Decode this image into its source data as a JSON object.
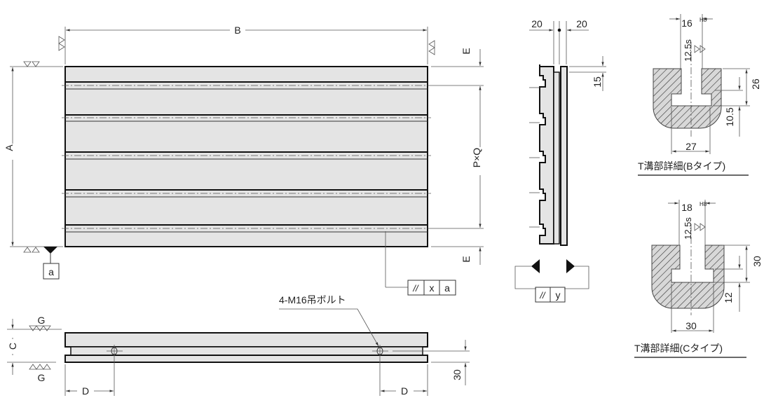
{
  "front_view": {
    "dim_width": "B",
    "dim_height": "A",
    "dim_edge_top": "E",
    "dim_edge_bottom": "E",
    "dim_pitch": "P×Q",
    "datum": "a",
    "tolerance_frame": {
      "symbol": "//",
      "value": "x",
      "datum": "a"
    }
  },
  "side_view": {
    "dim_left": "20",
    "dim_right": "20",
    "dim_slot_offset": "15",
    "tolerance_frame": {
      "symbol": "//",
      "value": "y"
    }
  },
  "bottom_view": {
    "bolt_label": "4-M16吊ボルト",
    "finish_top": "G",
    "finish_bottom": "G",
    "dim_thickness": "C",
    "dim_bolt_left": "D",
    "dim_bolt_right": "D",
    "dim_bolt_height": "30"
  },
  "slot_detail_b": {
    "width": "16",
    "width_tol": "H8",
    "finish": "12.5s",
    "depth": "26",
    "neck": "10.5",
    "bottom_width": "27",
    "caption": "T溝部詳細(Bタイプ)"
  },
  "slot_detail_c": {
    "width": "18",
    "width_tol": "H8",
    "finish": "12.5s",
    "depth": "30",
    "neck": "12",
    "bottom_width": "30",
    "caption": "T溝部詳細(Cタイプ)"
  },
  "colors": {
    "plate": "#e4e4e4",
    "hatch_fill": "#d8d8d8",
    "outline": "#111111"
  }
}
